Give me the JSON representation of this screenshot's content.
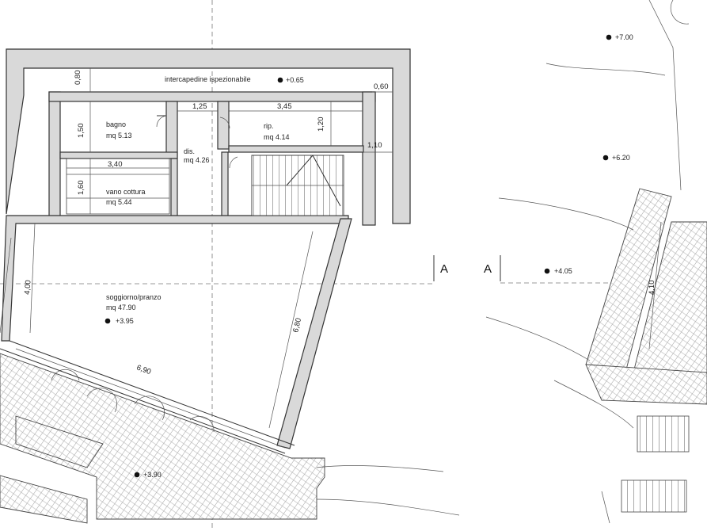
{
  "rooms": {
    "intercapedine": "intercapedine ispezionabile",
    "bagno": {
      "name": "bagno",
      "area": "mq 5.13"
    },
    "rip": {
      "name": "rip.",
      "area": "mq 4.14"
    },
    "dis": {
      "name": "dis.",
      "area": "mq 4.26"
    },
    "vano_cottura": {
      "name": "vano cottura",
      "area": "mq 5.44"
    },
    "soggiorno": {
      "name": "soggiorno/pranzo",
      "area": "mq 47.90"
    }
  },
  "elevations": {
    "intercapedine": "+0.65",
    "soggiorno": "+3.95",
    "terrace": "+3.90",
    "outside_a": "+4.05",
    "outside_b": "+6.20",
    "outside_c": "+7.00"
  },
  "dimensions": {
    "d080": "0,80",
    "d060": "0,60",
    "d125": "1,25",
    "d345": "3,45",
    "d150": "1,50",
    "d120": "1,20",
    "d110": "1,10",
    "d340": "3,40",
    "d160": "1,60",
    "d400": "4,00",
    "d680": "6,80",
    "d690": "6,90",
    "d410": "4,10"
  },
  "section_marks": {
    "left": "A",
    "right": "A"
  }
}
